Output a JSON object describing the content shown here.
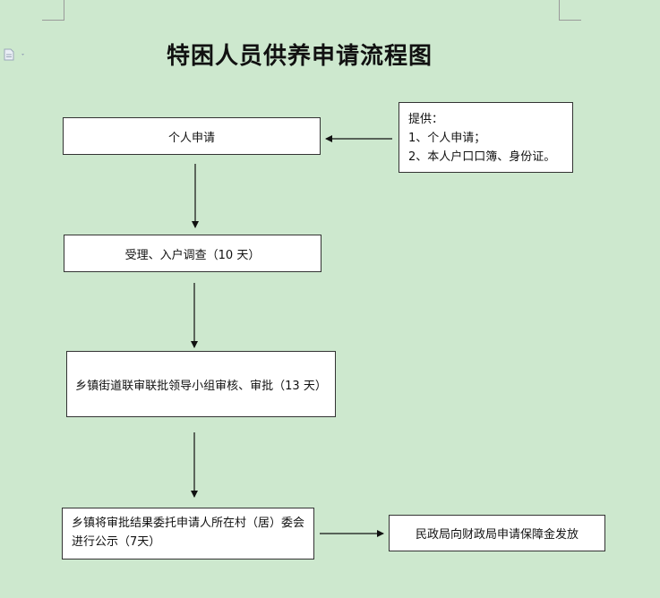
{
  "title": "特困人员供养申请流程图",
  "steps": {
    "apply": "个人申请",
    "accept": "受理、入户调查（10 天）",
    "review": "乡镇街道联审联批领导小组审核、审批（13 天）",
    "publicize": "乡镇将审批结果委托申请人所在村（居）委会进行公示（7天）",
    "payout": "民政局向财政局申请保障金发放"
  },
  "note": {
    "heading": "提供：",
    "item1": "1、个人申请；",
    "item2": "2、本人户口口簿、身份证。"
  },
  "icons": [
    "document-icon"
  ]
}
